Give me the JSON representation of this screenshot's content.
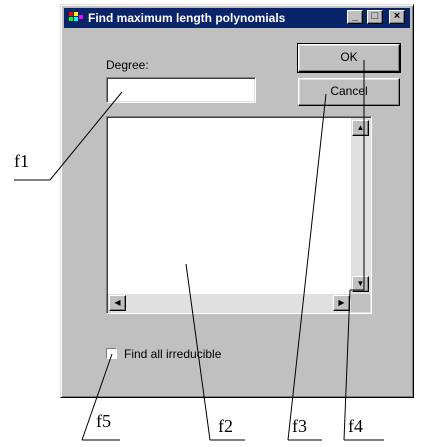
{
  "window": {
    "title": "Find maximum length polynomials",
    "min_glyph": "_",
    "max_glyph": "□",
    "close_glyph": "×"
  },
  "form": {
    "degree_label": "Degree:",
    "degree_value": "",
    "ok_label": "OK",
    "cancel_label": "Cancel",
    "checkbox_label": "Find all irreducible",
    "checkbox_checked": false
  },
  "scroll": {
    "up_arrow": "▲",
    "down_arrow": "▼",
    "left_arrow": "◀",
    "right_arrow": "▶"
  },
  "callouts": {
    "f1": "f1",
    "f2": "f2",
    "f3": "f3",
    "f4": "f4",
    "f5": "f5"
  },
  "colors": {
    "titlebar": "#0a246a",
    "face": "#c0c0c0"
  }
}
